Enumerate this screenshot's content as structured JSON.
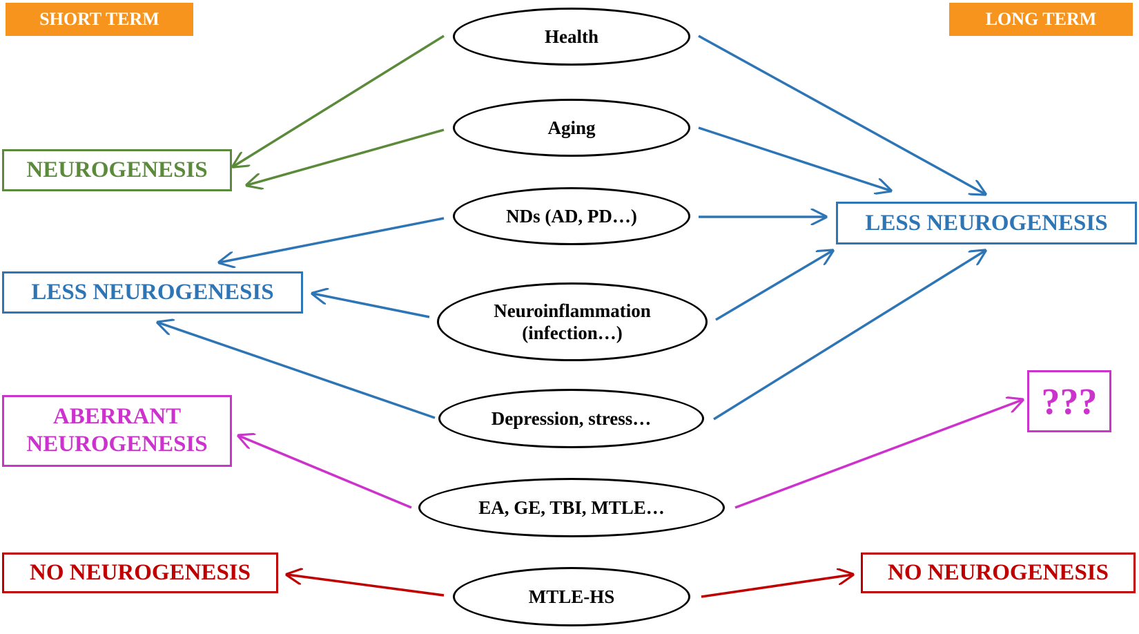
{
  "tags": {
    "short_term": "SHORT TERM",
    "long_term": "LONG TERM"
  },
  "conditions": {
    "health": "Health",
    "aging": "Aging",
    "nds": "NDs (AD, PD…)",
    "neuroinflammation_line1": "Neuroinflammation",
    "neuroinflammation_line2": "(infection…)",
    "depression": "Depression, stress…",
    "epilepsy": "EA, GE, TBI, MTLE…",
    "mtle_hs": "MTLE-HS"
  },
  "short_term_outcomes": {
    "neurogenesis": "NEUROGENESIS",
    "less_neurogenesis": "LESS NEUROGENESIS",
    "aberrant_line1": "ABERRANT",
    "aberrant_line2": "NEUROGENESIS",
    "no_neurogenesis": "NO NEUROGENESIS"
  },
  "long_term_outcomes": {
    "less_neurogenesis": "LESS NEUROGENESIS",
    "unknown": "???",
    "no_neurogenesis": "NO NEUROGENESIS"
  },
  "colors": {
    "tag_orange": "#f7941d",
    "green": "#5a8a3a",
    "blue": "#2e75b6",
    "magenta": "#cc33cc",
    "red": "#c00000"
  }
}
